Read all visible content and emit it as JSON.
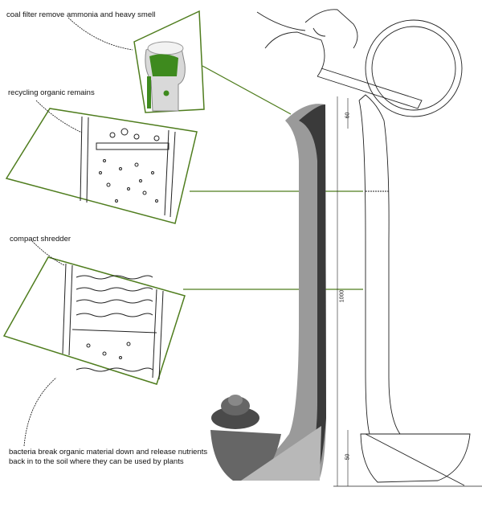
{
  "annotations": {
    "coal_filter": "coal filter remove ammonia and heavy smell",
    "recycling": "recycling organic remains",
    "shredder": "compact shredder",
    "bacteria_line1": "bacteria break organic material down and release nutrients",
    "bacteria_line2": "back in to the soil where they can be used by plants"
  },
  "dimensions": {
    "top": "60",
    "total": "1000",
    "bottom": "50"
  },
  "colors": {
    "accent_green": "#4f7d1e",
    "product_gray": "#8a8a8a"
  }
}
